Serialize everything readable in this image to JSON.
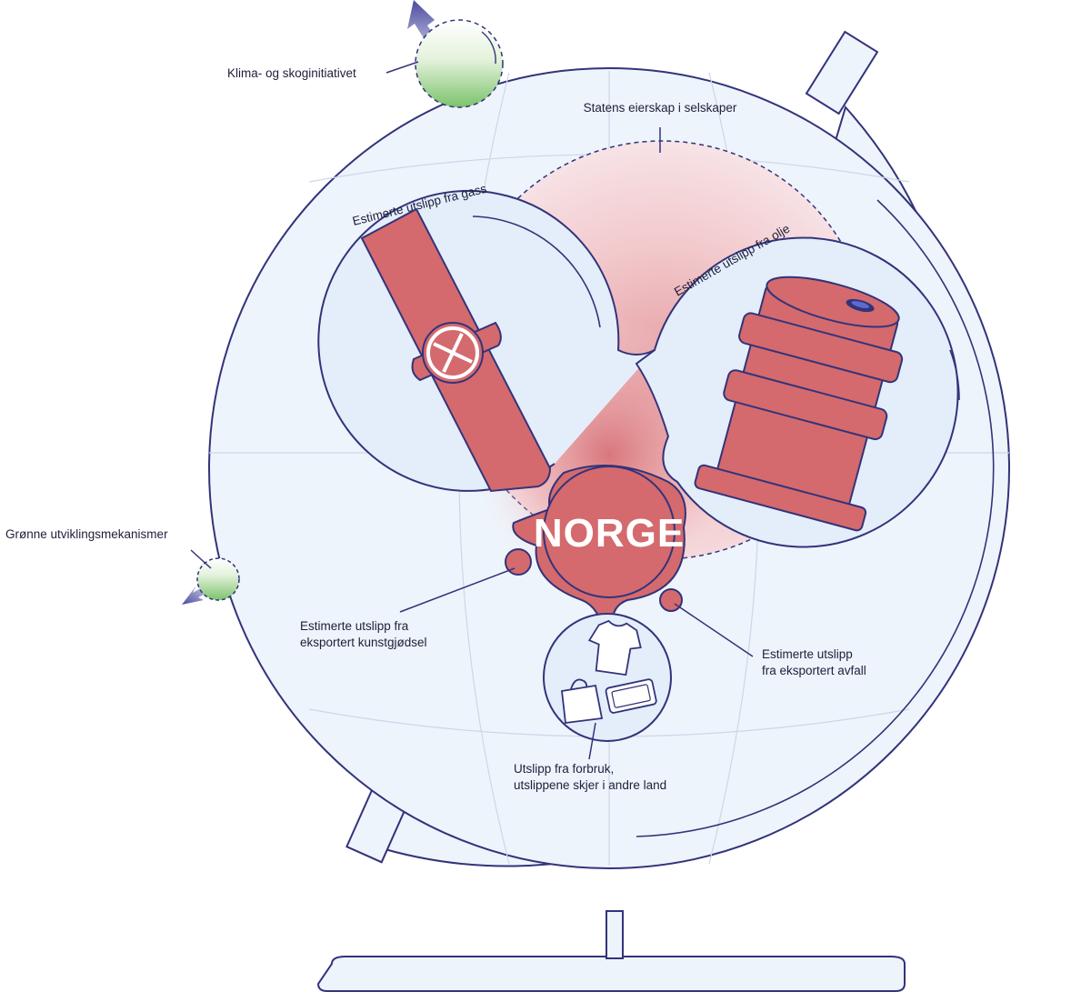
{
  "labels": {
    "climate_forest": "Klima- og skoginitiativet",
    "green_mechanisms": "Grønne utviklingsmekanismer",
    "state_ownership": "Statens eierskap i selskaper",
    "gas_emissions": "Estimerte utslipp fra gass",
    "oil_emissions": "Estimerte utslipp fra olje",
    "norway": "NORGE",
    "fertilizer_line1": "Estimerte utslipp fra",
    "fertilizer_line2": "eksportert kunstgjødsel",
    "waste_line1": "Estimerte utslipp",
    "waste_line2": "fra eksportert avfall",
    "consumption_line1": "Utslipp fra forbruk,",
    "consumption_line2": "utslippene skjer i andre land"
  },
  "icons": [
    "gas-pipe-valve-icon",
    "oil-barrel-icon",
    "tshirt-icon",
    "shopping-bag-icon",
    "tablet-icon",
    "arrow-icon"
  ],
  "colors": {
    "outline": "#33337a",
    "emission_red": "#d46a6e",
    "globe_fill": "#eef4fb",
    "bubble_fill": "#e3eefa",
    "green": "#7cc36b",
    "arrow": "#4b4ba0"
  }
}
